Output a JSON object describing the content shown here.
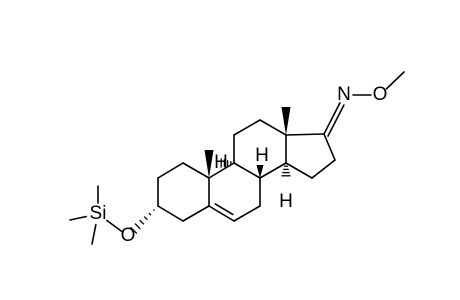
{
  "molecule": {
    "atoms": {
      "oxime_n": "N",
      "oxime_o": "O",
      "ether_o": "O",
      "silicon": "Si",
      "h_c9": "H",
      "h_c8": "H",
      "h_c14": "H"
    }
  }
}
